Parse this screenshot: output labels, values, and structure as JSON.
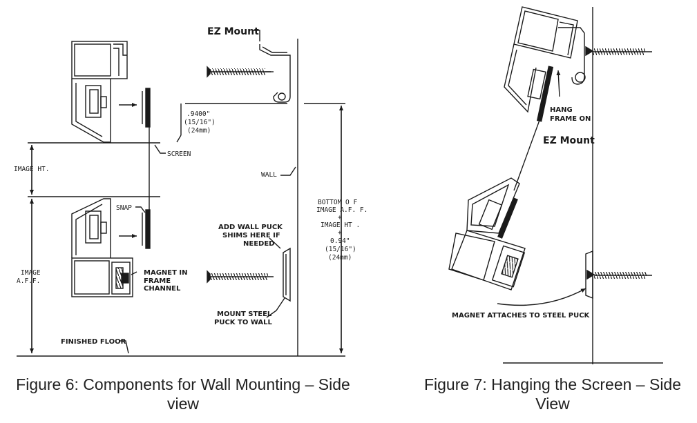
{
  "figure6": {
    "title": "EZ Mount",
    "labels": {
      "gap_top": ".9400\"",
      "gap_frac": "(15/16\")",
      "gap_mm": "(24mm)",
      "screen": "SCREEN",
      "image_ht": "IMAGE HT.",
      "wall": "WALL",
      "snap": "SNAP",
      "bottom_1": "BOTTOM O F",
      "bottom_2": "IMAGE A.F. F.",
      "bottom_plus1": "+",
      "bottom_3": "IMAGE HT .",
      "bottom_plus2": "+",
      "bottom_4": "0.94\"",
      "bottom_5": "(15/16\")",
      "bottom_6": "(24mm)",
      "puck_1": "ADD WALL PUCK",
      "puck_2": "SHIMS HERE IF",
      "puck_3": "NEEDED",
      "image_aff_1": "IMAGE",
      "image_aff_2": "A.F.F.",
      "magnet_1": "MAGNET IN",
      "magnet_2": "FRAME",
      "magnet_3": "CHANNEL",
      "steel_1": "MOUNT STEEL",
      "steel_2": "PUCK TO WALL",
      "floor": "FINISHED FLOOR"
    },
    "caption": "Figure 6:  Components for Wall Mounting – Side view"
  },
  "figure7": {
    "title": "EZ Mount",
    "labels": {
      "hang_1": "HANG",
      "hang_2": "FRAME ON",
      "magnet": "MAGNET ATTACHES TO STEEL PUCK"
    },
    "caption": "Figure 7:  Hanging the Screen – Side View"
  }
}
